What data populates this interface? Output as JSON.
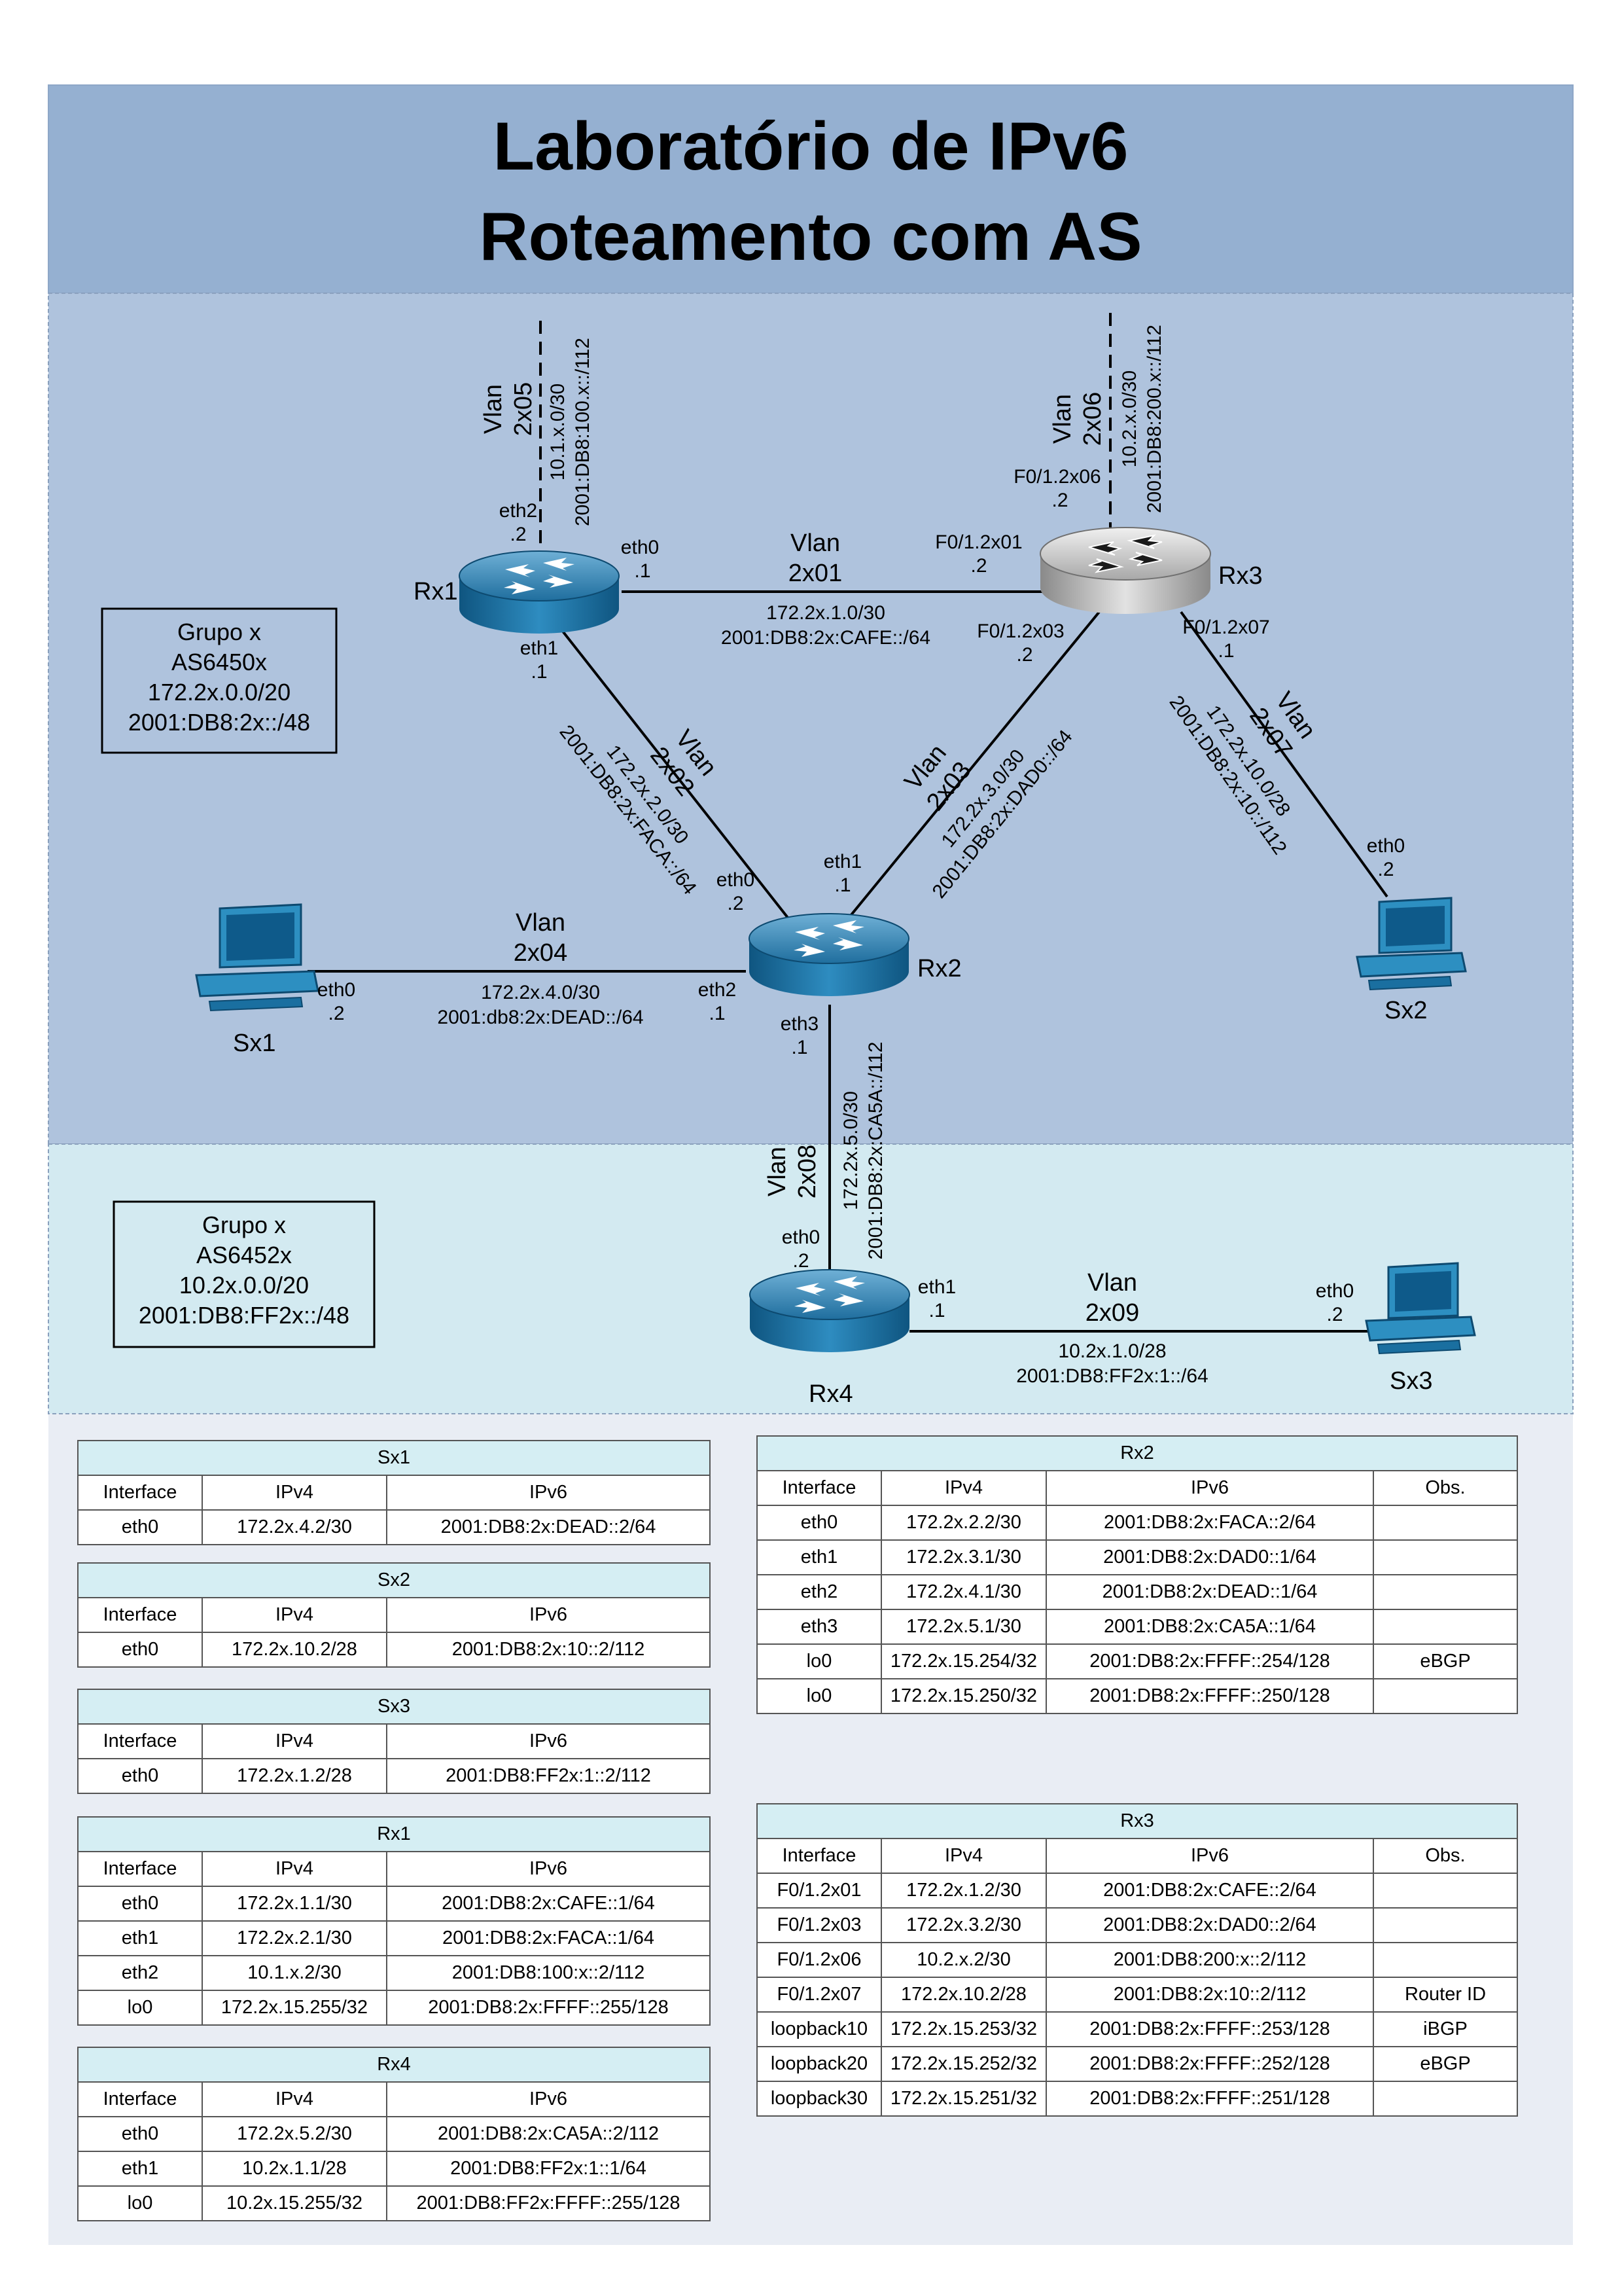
{
  "title": {
    "line1": "Laboratório de IPv6",
    "line2": "Roteamento com AS"
  },
  "colors": {
    "background": "#ffffff",
    "panel": "#e9edf4",
    "title_band": "#95b0d1",
    "as_upper": "#afc3dd",
    "as_lower": "#d3eaf1",
    "table_header": "#d5eef3",
    "router_blue": "#1f7fb1",
    "router_gray": "#c4c4c4"
  },
  "diagram": {
    "groups": {
      "upper": {
        "line1": "Grupo x",
        "line2": "AS6450x",
        "line3": "172.2x.0.0/20",
        "line4": "2001:DB8:2x::/48"
      },
      "lower": {
        "line1": "Grupo x",
        "line2": "AS6452x",
        "line3": "10.2x.0.0/20",
        "line4": "2001:DB8:FF2x::/48"
      }
    },
    "devices": {
      "rx1": "Rx1",
      "rx2": "Rx2",
      "rx3": "Rx3",
      "rx4": "Rx4",
      "sx1": "Sx1",
      "sx2": "Sx2",
      "sx3": "Sx3"
    },
    "icons": {
      "router": "router-icon",
      "pc": "computer-icon"
    },
    "links": {
      "v2x01": {
        "vlan": "Vlan",
        "id": "2x01",
        "ipv4": "172.2x.1.0/30",
        "ipv6": "2001:DB8:2x:CAFE::/64"
      },
      "v2x02": {
        "vlan": "Vlan",
        "id": "2x02",
        "ipv4": "172.2x.2.0/30",
        "ipv6": "2001:DB8:2x:FACA::/64"
      },
      "v2x03": {
        "vlan": "Vlan",
        "id": "2x03",
        "ipv4": "172.2x.3.0/30",
        "ipv6": "2001:DB8:2x:DAD0::/64"
      },
      "v2x04": {
        "vlan": "Vlan",
        "id": "2x04",
        "ipv4": "172.2x.4.0/30",
        "ipv6": "2001:db8:2x:DEAD::/64"
      },
      "v2x05": {
        "vlan": "Vlan",
        "id": "2x05",
        "ipv4": "10.1.x.0/30",
        "ipv6": "2001:DB8:100.x::/112"
      },
      "v2x06": {
        "vlan": "Vlan",
        "id": "2x06",
        "ipv4": "10.2.x.0/30",
        "ipv6": "2001:DB8:200.x::/112"
      },
      "v2x07": {
        "vlan": "Vlan",
        "id": "2x07",
        "ipv4": "172.2x.10.0/28",
        "ipv6": "2001:DB8:2x:10::/112"
      },
      "v2x08": {
        "vlan": "Vlan",
        "id": "2x08",
        "ipv4": "172.2x.5.0/30",
        "ipv6": "2001:DB8:2x:CA5A::/112"
      },
      "v2x09": {
        "vlan": "Vlan",
        "id": "2x09",
        "ipv4": "10.2x.1.0/28",
        "ipv6": "2001:DB8:FF2x:1::/64"
      }
    },
    "ports": {
      "rx1_eth0": {
        "name": "eth0",
        "host": ".1"
      },
      "rx1_eth1": {
        "name": "eth1",
        "host": ".1"
      },
      "rx1_eth2": {
        "name": "eth2",
        "host": ".2"
      },
      "rx3_f01": {
        "name": "F0/1.2x01",
        "host": ".2"
      },
      "rx3_f03": {
        "name": "F0/1.2x03",
        "host": ".2"
      },
      "rx3_f06": {
        "name": "F0/1.2x06",
        "host": ".2"
      },
      "rx3_f07": {
        "name": "F0/1.2x07",
        "host": ".1"
      },
      "rx2_eth0": {
        "name": "eth0",
        "host": ".2"
      },
      "rx2_eth1": {
        "name": "eth1",
        "host": ".1"
      },
      "rx2_eth2": {
        "name": "eth2",
        "host": ".1"
      },
      "rx2_eth3": {
        "name": "eth3",
        "host": ".1"
      },
      "sx1_eth0": {
        "name": "eth0",
        "host": ".2"
      },
      "sx2_eth0": {
        "name": "eth0",
        "host": ".2"
      },
      "rx4_eth0": {
        "name": "eth0",
        "host": ".2"
      },
      "rx4_eth1": {
        "name": "eth1",
        "host": ".1"
      },
      "sx3_eth0": {
        "name": "eth0",
        "host": ".2"
      }
    }
  },
  "tables": {
    "sx1": {
      "caption": "Sx1",
      "headers": [
        "Interface",
        "IPv4",
        "IPv6"
      ],
      "rows": [
        [
          "eth0",
          "172.2x.4.2/30",
          "2001:DB8:2x:DEAD::2/64"
        ]
      ]
    },
    "sx2": {
      "caption": "Sx2",
      "headers": [
        "Interface",
        "IPv4",
        "IPv6"
      ],
      "rows": [
        [
          "eth0",
          "172.2x.10.2/28",
          "2001:DB8:2x:10::2/112"
        ]
      ]
    },
    "sx3": {
      "caption": "Sx3",
      "headers": [
        "Interface",
        "IPv4",
        "IPv6"
      ],
      "rows": [
        [
          "eth0",
          "172.2x.1.2/28",
          "2001:DB8:FF2x:1::2/112"
        ]
      ]
    },
    "rx1": {
      "caption": "Rx1",
      "headers": [
        "Interface",
        "IPv4",
        "IPv6"
      ],
      "rows": [
        [
          "eth0",
          "172.2x.1.1/30",
          "2001:DB8:2x:CAFE::1/64"
        ],
        [
          "eth1",
          "172.2x.2.1/30",
          "2001:DB8:2x:FACA::1/64"
        ],
        [
          "eth2",
          "10.1.x.2/30",
          "2001:DB8:100:x::2/112"
        ],
        [
          "lo0",
          "172.2x.15.255/32",
          "2001:DB8:2x:FFFF::255/128"
        ]
      ]
    },
    "rx4": {
      "caption": "Rx4",
      "headers": [
        "Interface",
        "IPv4",
        "IPv6"
      ],
      "rows": [
        [
          "eth0",
          "172.2x.5.2/30",
          "2001:DB8:2x:CA5A::2/112"
        ],
        [
          "eth1",
          "10.2x.1.1/28",
          "2001:DB8:FF2x:1::1/64"
        ],
        [
          "lo0",
          "10.2x.15.255/32",
          "2001:DB8:FF2x:FFFF::255/128"
        ]
      ]
    },
    "rx2": {
      "caption": "Rx2",
      "headers": [
        "Interface",
        "IPv4",
        "IPv6",
        "Obs."
      ],
      "rows": [
        [
          "eth0",
          "172.2x.2.2/30",
          "2001:DB8:2x:FACA::2/64",
          ""
        ],
        [
          "eth1",
          "172.2x.3.1/30",
          "2001:DB8:2x:DAD0::1/64",
          ""
        ],
        [
          "eth2",
          "172.2x.4.1/30",
          "2001:DB8:2x:DEAD::1/64",
          ""
        ],
        [
          "eth3",
          "172.2x.5.1/30",
          "2001:DB8:2x:CA5A::1/64",
          ""
        ],
        [
          "lo0",
          "172.2x.15.254/32",
          "2001:DB8:2x:FFFF::254/128",
          "eBGP"
        ],
        [
          "lo0",
          "172.2x.15.250/32",
          "2001:DB8:2x:FFFF::250/128",
          ""
        ]
      ]
    },
    "rx3": {
      "caption": "Rx3",
      "headers": [
        "Interface",
        "IPv4",
        "IPv6",
        "Obs."
      ],
      "rows": [
        [
          "F0/1.2x01",
          "172.2x.1.2/30",
          "2001:DB8:2x:CAFE::2/64",
          ""
        ],
        [
          "F0/1.2x03",
          "172.2x.3.2/30",
          "2001:DB8:2x:DAD0::2/64",
          ""
        ],
        [
          "F0/1.2x06",
          "10.2.x.2/30",
          "2001:DB8:200:x::2/112",
          ""
        ],
        [
          "F0/1.2x07",
          "172.2x.10.2/28",
          "2001:DB8:2x:10::2/112",
          "Router ID"
        ],
        [
          "loopback10",
          "172.2x.15.253/32",
          "2001:DB8:2x:FFFF::253/128",
          "iBGP"
        ],
        [
          "loopback20",
          "172.2x.15.252/32",
          "2001:DB8:2x:FFFF::252/128",
          "eBGP"
        ],
        [
          "loopback30",
          "172.2x.15.251/32",
          "2001:DB8:2x:FFFF::251/128",
          ""
        ]
      ]
    }
  }
}
